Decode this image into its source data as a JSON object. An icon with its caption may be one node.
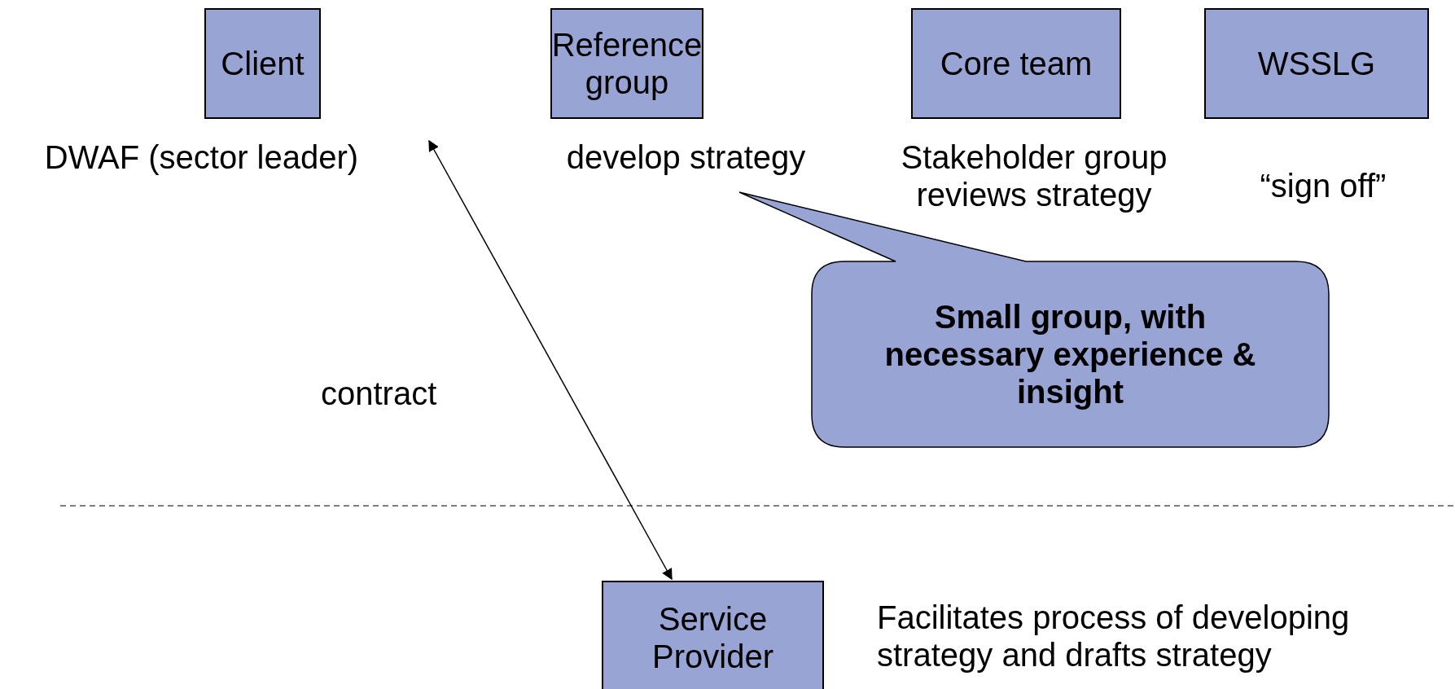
{
  "diagram": {
    "nodes": [
      {
        "text": [
          "Client"
        ],
        "beside": [
          "DWAF (sector leader)"
        ]
      },
      {
        "text": [
          "Reference group"
        ],
        "beside": [
          "develop strategy"
        ]
      },
      {
        "text": [
          "Core team"
        ]
      },
      {
        "text": [
          "WSSLG"
        ]
      },
      {
        "text": [
          "Small group, with necessary experience & insight"
        ]
      },
      {
        "text": [
          "Service Provider"
        ],
        "beside": [
          "Facilitates process of developing strategy and drafts strategy"
        ]
      }
    ],
    "labels": [
      "Stakeholder group reviews strategy",
      "“sign off”"
    ],
    "edges": [
      {
        "from": 0,
        "to": 5,
        "arrow": "both",
        "label": "contract"
      }
    ]
  }
}
